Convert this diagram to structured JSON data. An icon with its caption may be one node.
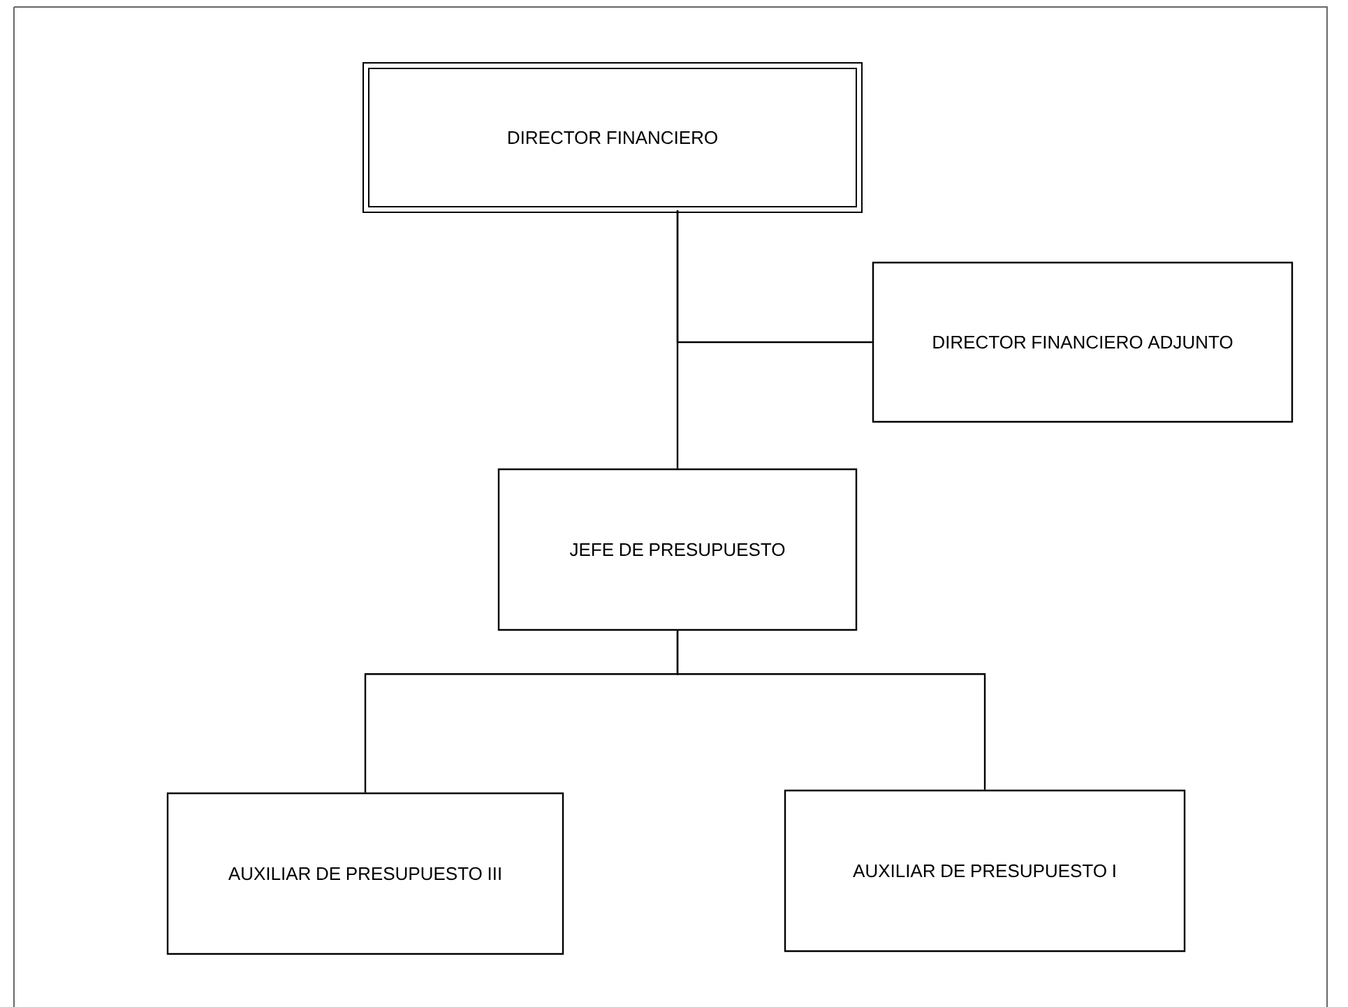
{
  "diagram": {
    "nodes": [
      {
        "text": [
          "DIRECTOR FINANCIERO"
        ]
      },
      {
        "text": [
          "DIRECTOR FINANCIERO ADJUNTO"
        ]
      },
      {
        "text": [
          "JEFE DE PRESUPUESTO"
        ]
      },
      {
        "text": [
          "AUXILIAR DE PRESUPUESTO III"
        ]
      },
      {
        "text": [
          "AUXILIAR DE PRESUPUESTO I"
        ]
      }
    ],
    "edges": [
      {
        "from": 0,
        "to": 2,
        "arrow": "none"
      },
      {
        "from": 0,
        "to": 1,
        "arrow": "none"
      },
      {
        "from": 2,
        "to": 3,
        "arrow": "none"
      },
      {
        "from": 2,
        "to": 4,
        "arrow": "none"
      }
    ]
  }
}
